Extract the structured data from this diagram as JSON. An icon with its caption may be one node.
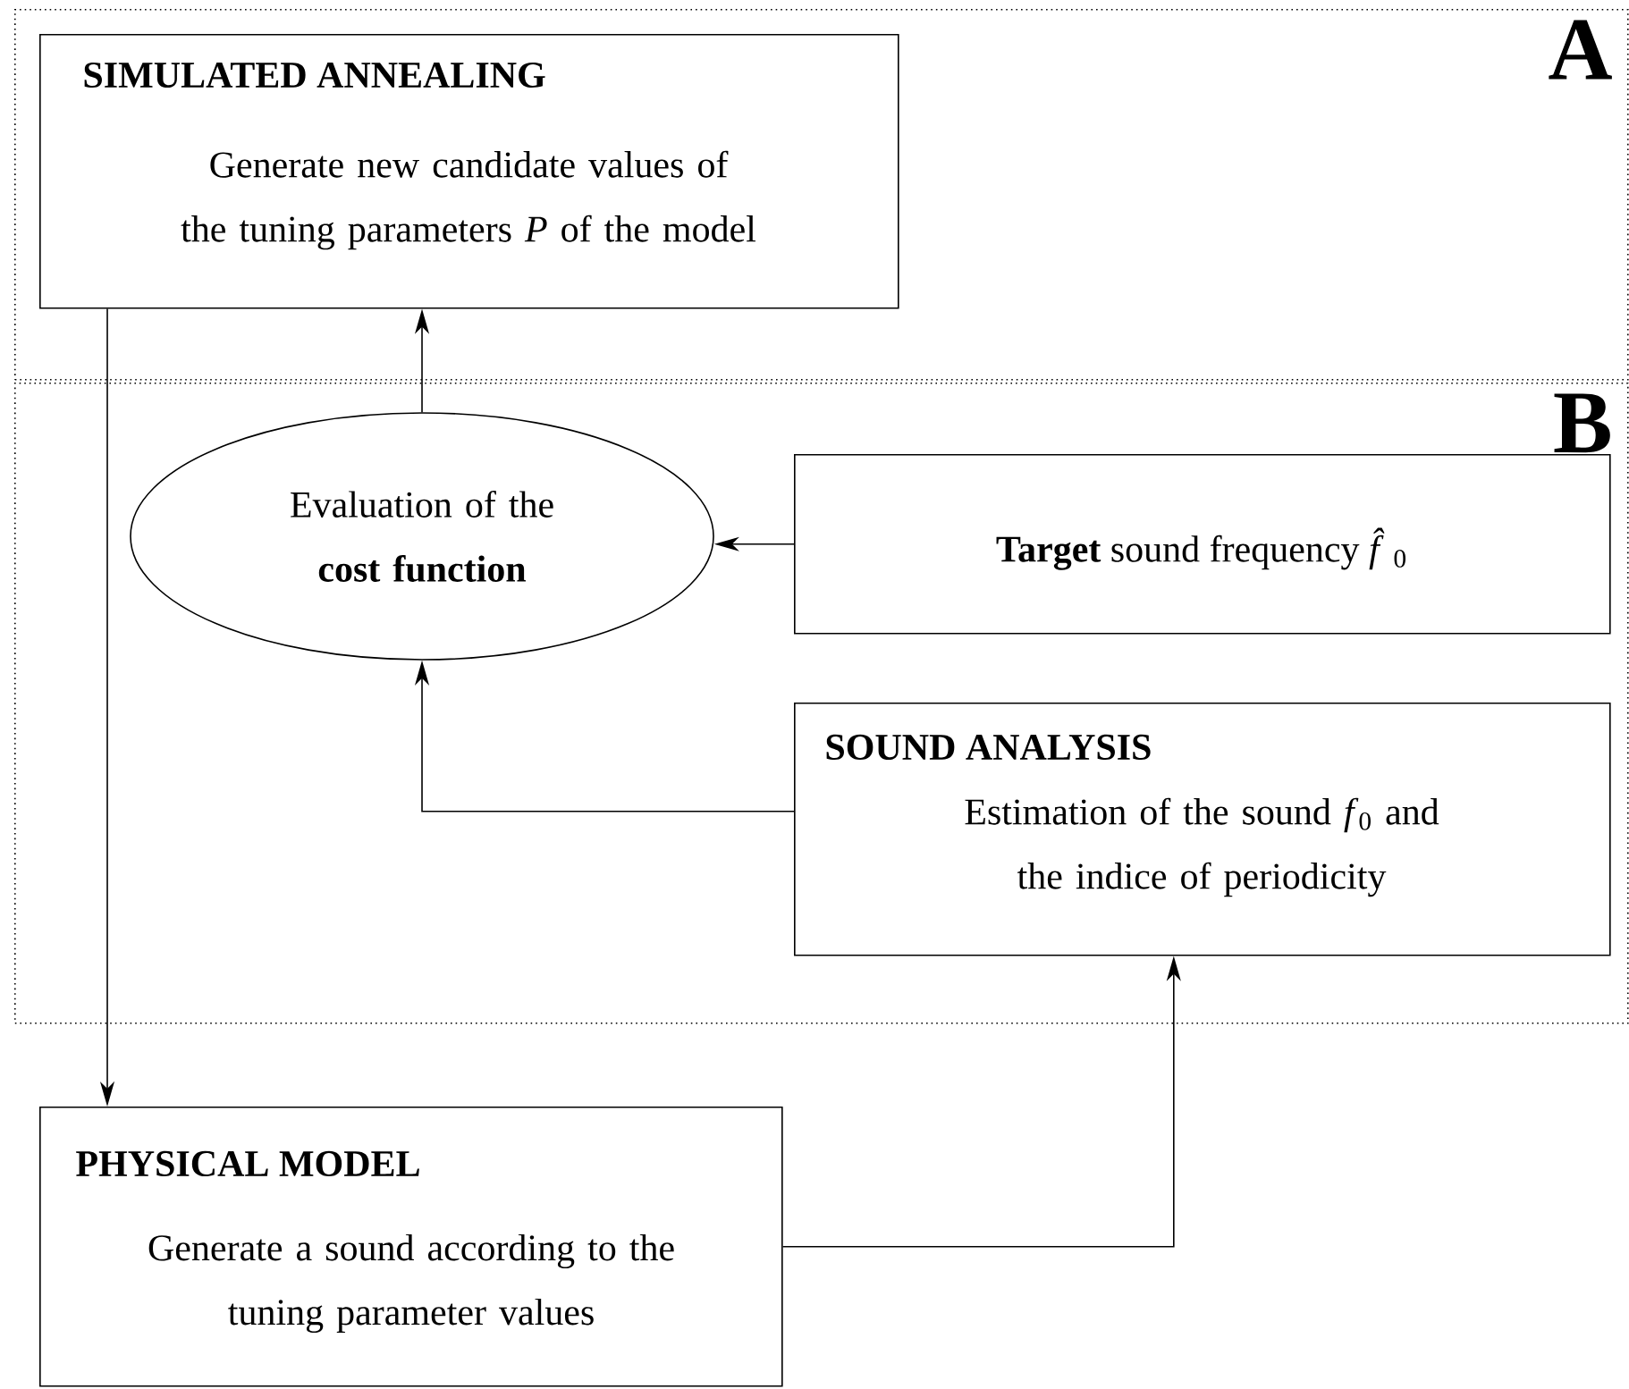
{
  "diagram": {
    "nodes": [
      {
        "text": [
          "A"
        ]
      },
      {
        "text": [
          "SIMULATED ANNEALING",
          "Generate new candidate values of the tuning parameters *P* of the model"
        ],
        "in": 0
      },
      {
        "text": [
          "B"
        ]
      },
      {
        "text": [
          "Evaluation of the **cost function**"
        ],
        "in": 2
      },
      {
        "text": [
          "**Target** sound frequency *f̂*$_{0}$"
        ],
        "in": 2
      },
      {
        "text": [
          "SOUND ANALYSIS",
          "Estimation of the sound *f*$_{0}$ and the indice of periodicity"
        ],
        "in": 2
      },
      {
        "text": [
          "PHYSICAL MODEL",
          "Generate a sound according to the tuning parameter values"
        ]
      }
    ],
    "edges": [
      {
        "from": 3,
        "to": 1,
        "arrow": "to"
      },
      {
        "from": 4,
        "to": 3,
        "arrow": "to"
      },
      {
        "from": 5,
        "to": 3,
        "arrow": "to"
      },
      {
        "from": 1,
        "to": 6,
        "arrow": "to"
      },
      {
        "from": 6,
        "to": 5,
        "arrow": "to"
      }
    ]
  }
}
